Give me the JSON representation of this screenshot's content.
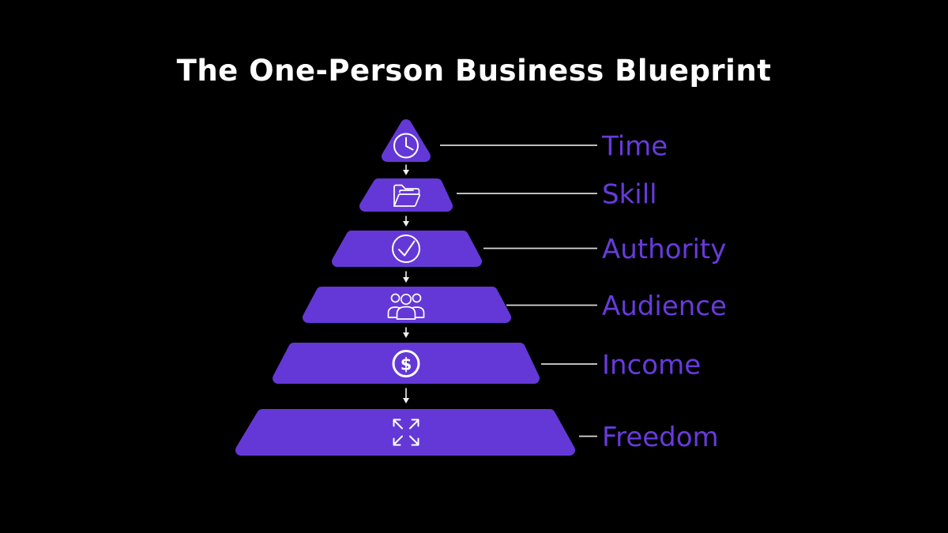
{
  "title": "The One-Person Business Blueprint",
  "colors": {
    "background": "#000000",
    "pyramid": "#6438d6",
    "label_text": "#683adc",
    "leader_line": "#d9d9d9",
    "flow_arrow": "#f0f0f0",
    "icon_stroke": "#ffffff",
    "title_text": "#ffffff"
  },
  "icons": {
    "dollar_glyph": "$"
  },
  "levels": [
    {
      "label": "Time",
      "icon": "clock-icon"
    },
    {
      "label": "Skill",
      "icon": "folder-icon"
    },
    {
      "label": "Authority",
      "icon": "check-circle-icon"
    },
    {
      "label": "Audience",
      "icon": "people-icon"
    },
    {
      "label": "Income",
      "icon": "dollar-circle-icon"
    },
    {
      "label": "Freedom",
      "icon": "expand-arrows-icon"
    }
  ]
}
